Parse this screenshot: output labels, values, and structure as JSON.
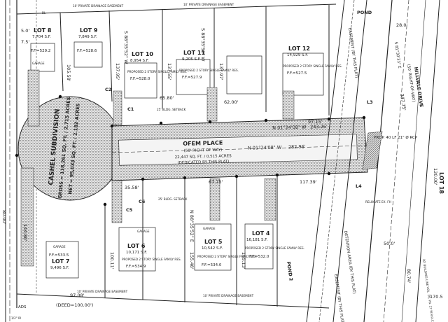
{
  "plat": {
    "subdivision": {
      "name": "CASHEL SUBDIVISION",
      "gross": "GROSS = 118,261 SQ. FT. / 2.715 ACRES",
      "net": "NET = 95,033 SQ. FT. / 2.182 ACRES"
    },
    "lots": [
      {
        "name": "LOT 8",
        "area": "7,704 S.F.",
        "ff": "F.F.=529.2"
      },
      {
        "name": "LOT 9",
        "area": "7,849 S.F.",
        "ff": "F.F.=528.6"
      },
      {
        "name": "LOT 10",
        "area": "8,954 S.F.",
        "ff": "F.F.=528.0",
        "note": "PROPOSED 2 STORY SINGLE FAMILY RES."
      },
      {
        "name": "LOT 11",
        "area": "9,205 S.F.",
        "ff": "F.F.=527.9",
        "note": "PROPOSED 2 STORY SINGLE FAMILY RES."
      },
      {
        "name": "LOT 12",
        "area": "14,929 S.F.",
        "ff": "F.F.=527.5",
        "note": "PROPOSED 2 STORY SINGLE FAMILY RES."
      },
      {
        "name": "LOT 7",
        "area": "9,496 S.F.",
        "ff": "F.F.=533.5"
      },
      {
        "name": "LOT 6",
        "area": "10,171 S.F.",
        "ff": "F.F.=534.9",
        "note": "PROPOSED 2 STORY SINGLE FAMILY RES."
      },
      {
        "name": "LOT 5",
        "area": "10,542 S.F.",
        "ff": "F.F.=534.0",
        "note": "PROPOSED 2 STORY SINGLE FAMILY RES."
      },
      {
        "name": "LOT 4",
        "area": "16,181 S.F.",
        "ff": "F.F.=532.0",
        "note": "PROPOSED 2 STORY SINGLE FAMILY RES."
      }
    ],
    "street": {
      "name": "OFEM PLACE",
      "row": "(50' RIGHT OF WAY)",
      "area": "22,447 SQ. FT. / 0.515 ACRES",
      "dedication": "(DEDICATED BY THIS PLAT)"
    },
    "bearings": {
      "north": "N 01°24'08\" W",
      "north_dist": "243.26'",
      "south": "N 01°24'08\" W",
      "south_dist": "282.96'",
      "lot_line": "S 88°35'52\" W",
      "lot_line_2": "N 88°35'52\" E"
    },
    "dims": [
      "5.0'",
      "7.5'",
      "105.58'",
      "137.95'",
      "137.55'",
      "137.97'",
      "65.80'",
      "62.00'",
      "97.15'",
      "117.39'",
      "35.58'",
      "67.75'",
      "155.48'",
      "155.13'",
      "100.11'",
      "97.08'",
      "80.00'",
      "144.80'",
      "35.58'",
      "120.00'",
      "50.0'",
      "28.0'",
      "347.75'",
      "170.5",
      "80.74'"
    ],
    "curves": [
      "C1",
      "C2",
      "C5",
      "C6",
      "L3",
      "L4"
    ],
    "east_road": {
      "name": "HILLVALE DRIVE",
      "row": "(50' RIGHT-OF-WAY)",
      "bearing": "S 81°30'33\" E"
    },
    "pond": {
      "name": "POND 2",
      "detention": "DETENTION AREA (BY THIS PLAT)",
      "easement": "EASEMENT (BY THIS PLAT)",
      "top_label": "POND"
    },
    "notes": {
      "setback": "25' BLDG. SETBACK",
      "bl": "BL",
      "drainage": "10' PRIVATE DRAINAGE EASEMENT",
      "pipe": "PROP. 40 LF 21\" Ø RCP",
      "relocated": "RELOCATE EX. FH",
      "building_line": "30' BUILDING LINE VOL. 26, PG. 27 M.R.O.C.T.",
      "deed": "(DEED=100.00')",
      "lot18": "LOT 18",
      "garage": "GARAGE",
      "ads": "ADS",
      "exist": "1/2\" IR"
    },
    "colors": {
      "line": "#1a1a1a",
      "stipple": "#6a6a6a",
      "paper": "#ffffff"
    }
  }
}
